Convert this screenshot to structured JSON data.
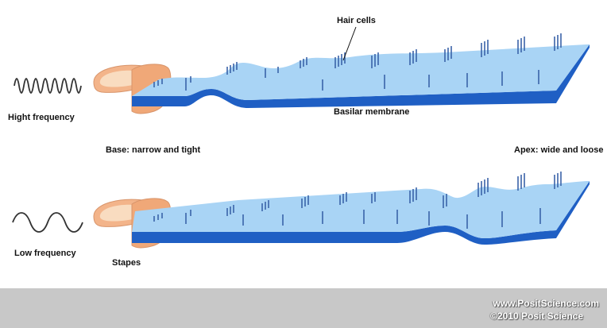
{
  "labels": {
    "hair_cells": "Hair cells",
    "high_frequency": "Hight frequency",
    "basilar_membrane": "Basilar membrane",
    "base": "Base: narrow and tight",
    "apex": "Apex: wide and loose",
    "low_frequency": "Low frequency",
    "stapes": "Stapes"
  },
  "footer": {
    "website": "www.PositScience.com",
    "copyright": "©2010 Posit Science"
  },
  "colors": {
    "membrane_fill": "#a9d4f5",
    "membrane_edge": "#1f5fc4",
    "hair_cell": "#3a63a8",
    "stapes_ring": "#f3b48a",
    "stapes_inner": "#f9dcc0",
    "wave": "#333333",
    "footer_bg": "#c8c8c8"
  }
}
